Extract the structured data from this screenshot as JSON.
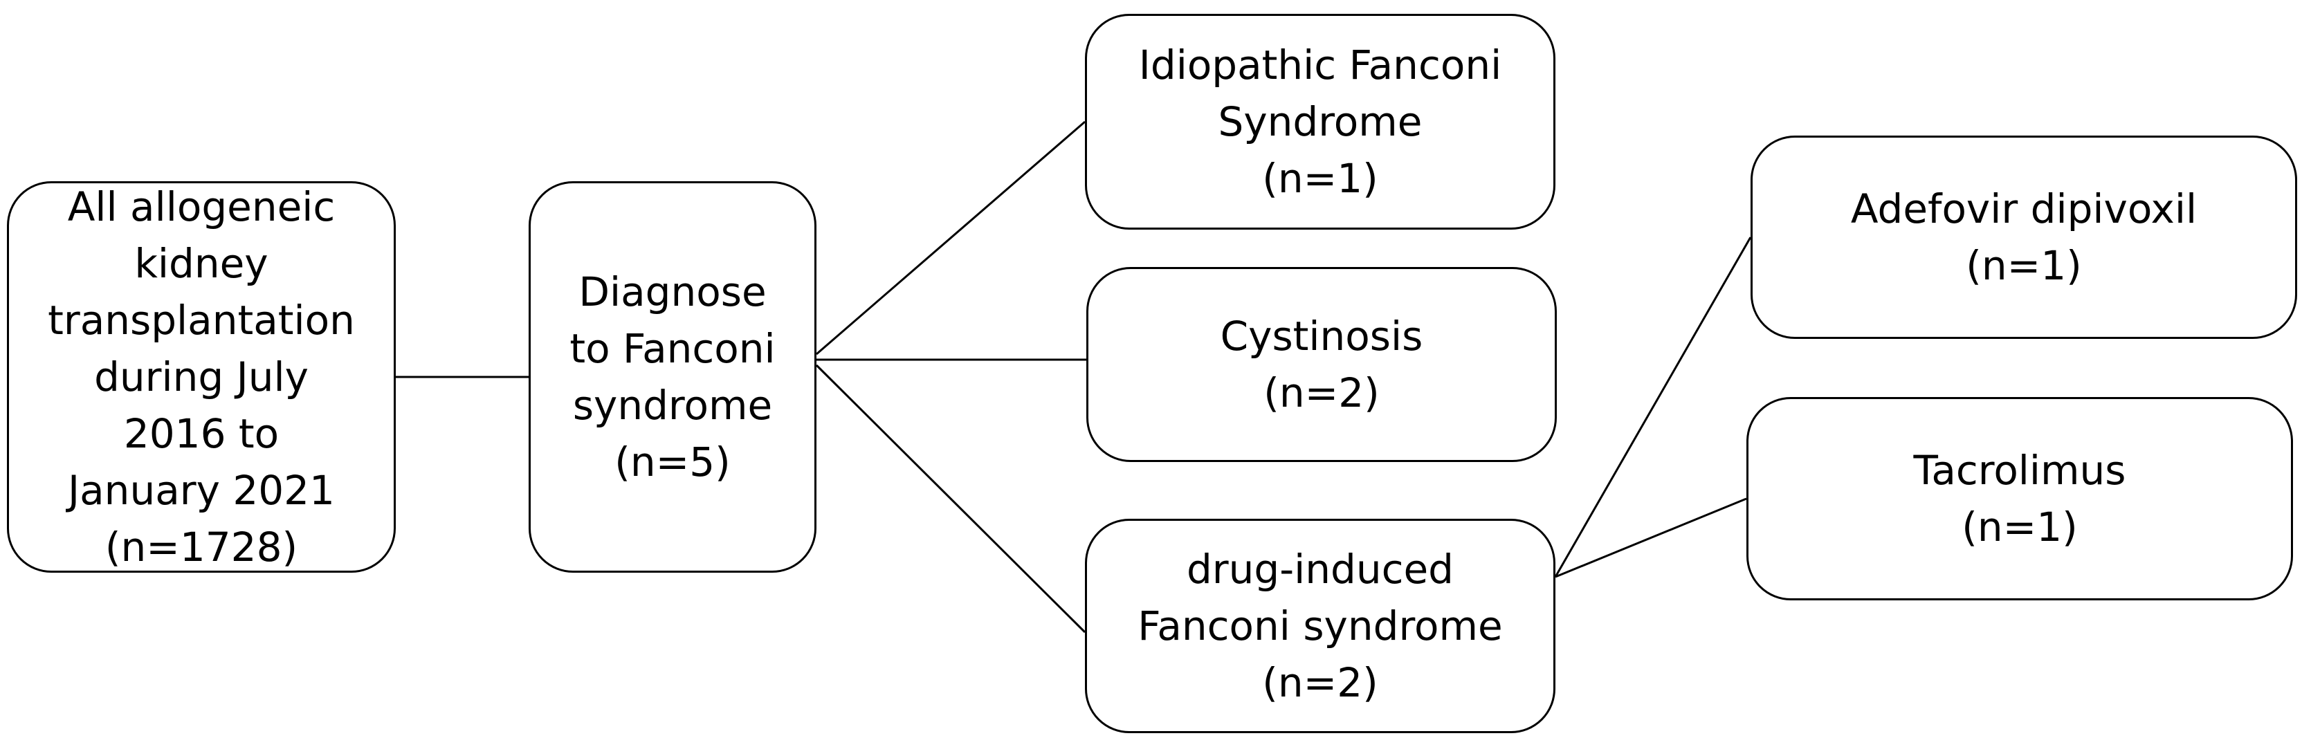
{
  "nodes": {
    "source": {
      "lines": [
        "All allogeneic",
        "kidney",
        "transplantation",
        "during July",
        "2016 to",
        "January 2021",
        "(n=1728)"
      ]
    },
    "diagnose": {
      "lines": [
        "Diagnose",
        "to Fanconi",
        "syndrome",
        "(n=5)"
      ]
    },
    "idiopathic": {
      "lines": [
        "Idiopathic Fanconi",
        "Syndrome",
        "(n=1)"
      ]
    },
    "cystinosis": {
      "lines": [
        "Cystinosis",
        "(n=2)"
      ]
    },
    "drug_induced": {
      "lines": [
        "drug-induced",
        "Fanconi syndrome",
        "(n=2)"
      ]
    },
    "adefovir": {
      "lines": [
        "Adefovir dipivoxil",
        "(n=1)"
      ]
    },
    "tacrolimus": {
      "lines": [
        "Tacrolimus",
        "(n=1)"
      ]
    }
  },
  "edges": [
    {
      "from": "source",
      "to": "diagnose"
    },
    {
      "from": "diagnose",
      "to": "idiopathic"
    },
    {
      "from": "diagnose",
      "to": "cystinosis"
    },
    {
      "from": "diagnose",
      "to": "drug_induced"
    },
    {
      "from": "drug_induced",
      "to": "adefovir"
    },
    {
      "from": "drug_induced",
      "to": "tacrolimus"
    }
  ]
}
